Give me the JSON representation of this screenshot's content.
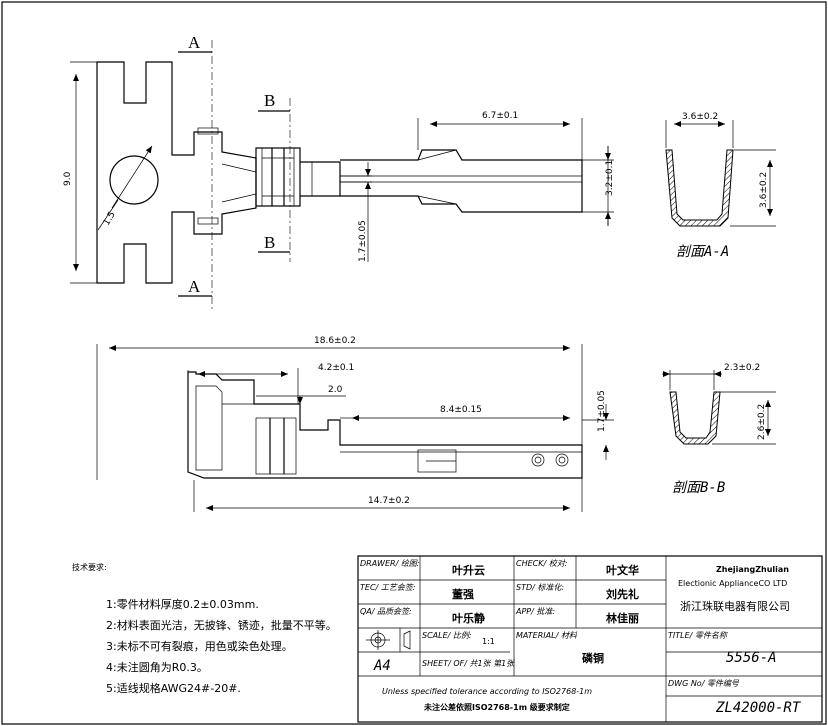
{
  "section_marks": {
    "a": "A",
    "b": "B"
  },
  "top_view_dims": {
    "height": "9.0",
    "hole": "1.5",
    "contact_length": "6.7±0.1",
    "contact_width": "3.2±0.1",
    "offset": "1.7±0.05"
  },
  "section_aa": {
    "width": "3.6±0.2",
    "height": "3.6±0.2",
    "label": "剖面A-A"
  },
  "section_bb": {
    "width": "2.3±0.2",
    "height": "2.6±0.2",
    "label": "剖面B-B"
  },
  "side_view_dims": {
    "total": "18.6±0.2",
    "crimp": "4.2±0.1",
    "gap": "2.0",
    "contact": "8.4±0.15",
    "height": "1.7±0.05",
    "bottom": "14.7±0.2"
  },
  "notes": {
    "title": "技术要求:",
    "items": [
      "1:零件材料厚度0.2±0.03mm.",
      "2:材料表面光洁，无披锋、锈迹，批量不平等。",
      "3:未标不可有裂痕，用色或染色处理。",
      "4:未注圆角为R0.3。",
      "5:适线规格AWG24#-20#."
    ]
  },
  "title_block": {
    "drawer_label": "DRAWER/ 绘图:",
    "drawer_value": "叶升云",
    "check_label": "CHECK/ 校对:",
    "check_value": "叶文华",
    "tec_label": "TEC/ 工艺会签:",
    "tec_value": "董强",
    "std_label": "STD/ 标准化:",
    "std_value": "刘先礼",
    "qa_label": "QA/ 品质会签:",
    "qa_value": "叶乐静",
    "app_label": "APP/ 批准:",
    "app_value": "林佳丽",
    "company_en1": "ZhejiangZhulian",
    "company_en2": "Electionic ApplianceCO LTD",
    "company_cn": "浙江珠联电器有限公司",
    "scale_label": "SCALE/ 比例:",
    "scale_value": "1:1",
    "material_label": "MATERIAL/ 材料",
    "material_value": "磷铜",
    "title_label": "TITLE/ 零件名称",
    "title_value": "5556-A",
    "size_value": "A4",
    "sheet_label": "SHEET/ OF/ 共1张 第1张",
    "dwg_label": "DWG No/ 零件编号",
    "dwg_value": "ZL42000-RT",
    "tolerance_en": "Unless specified tolerance according to ISO2768-1m",
    "tolerance_cn": "未注公差依照ISO2768-1m 级要求制定"
  }
}
